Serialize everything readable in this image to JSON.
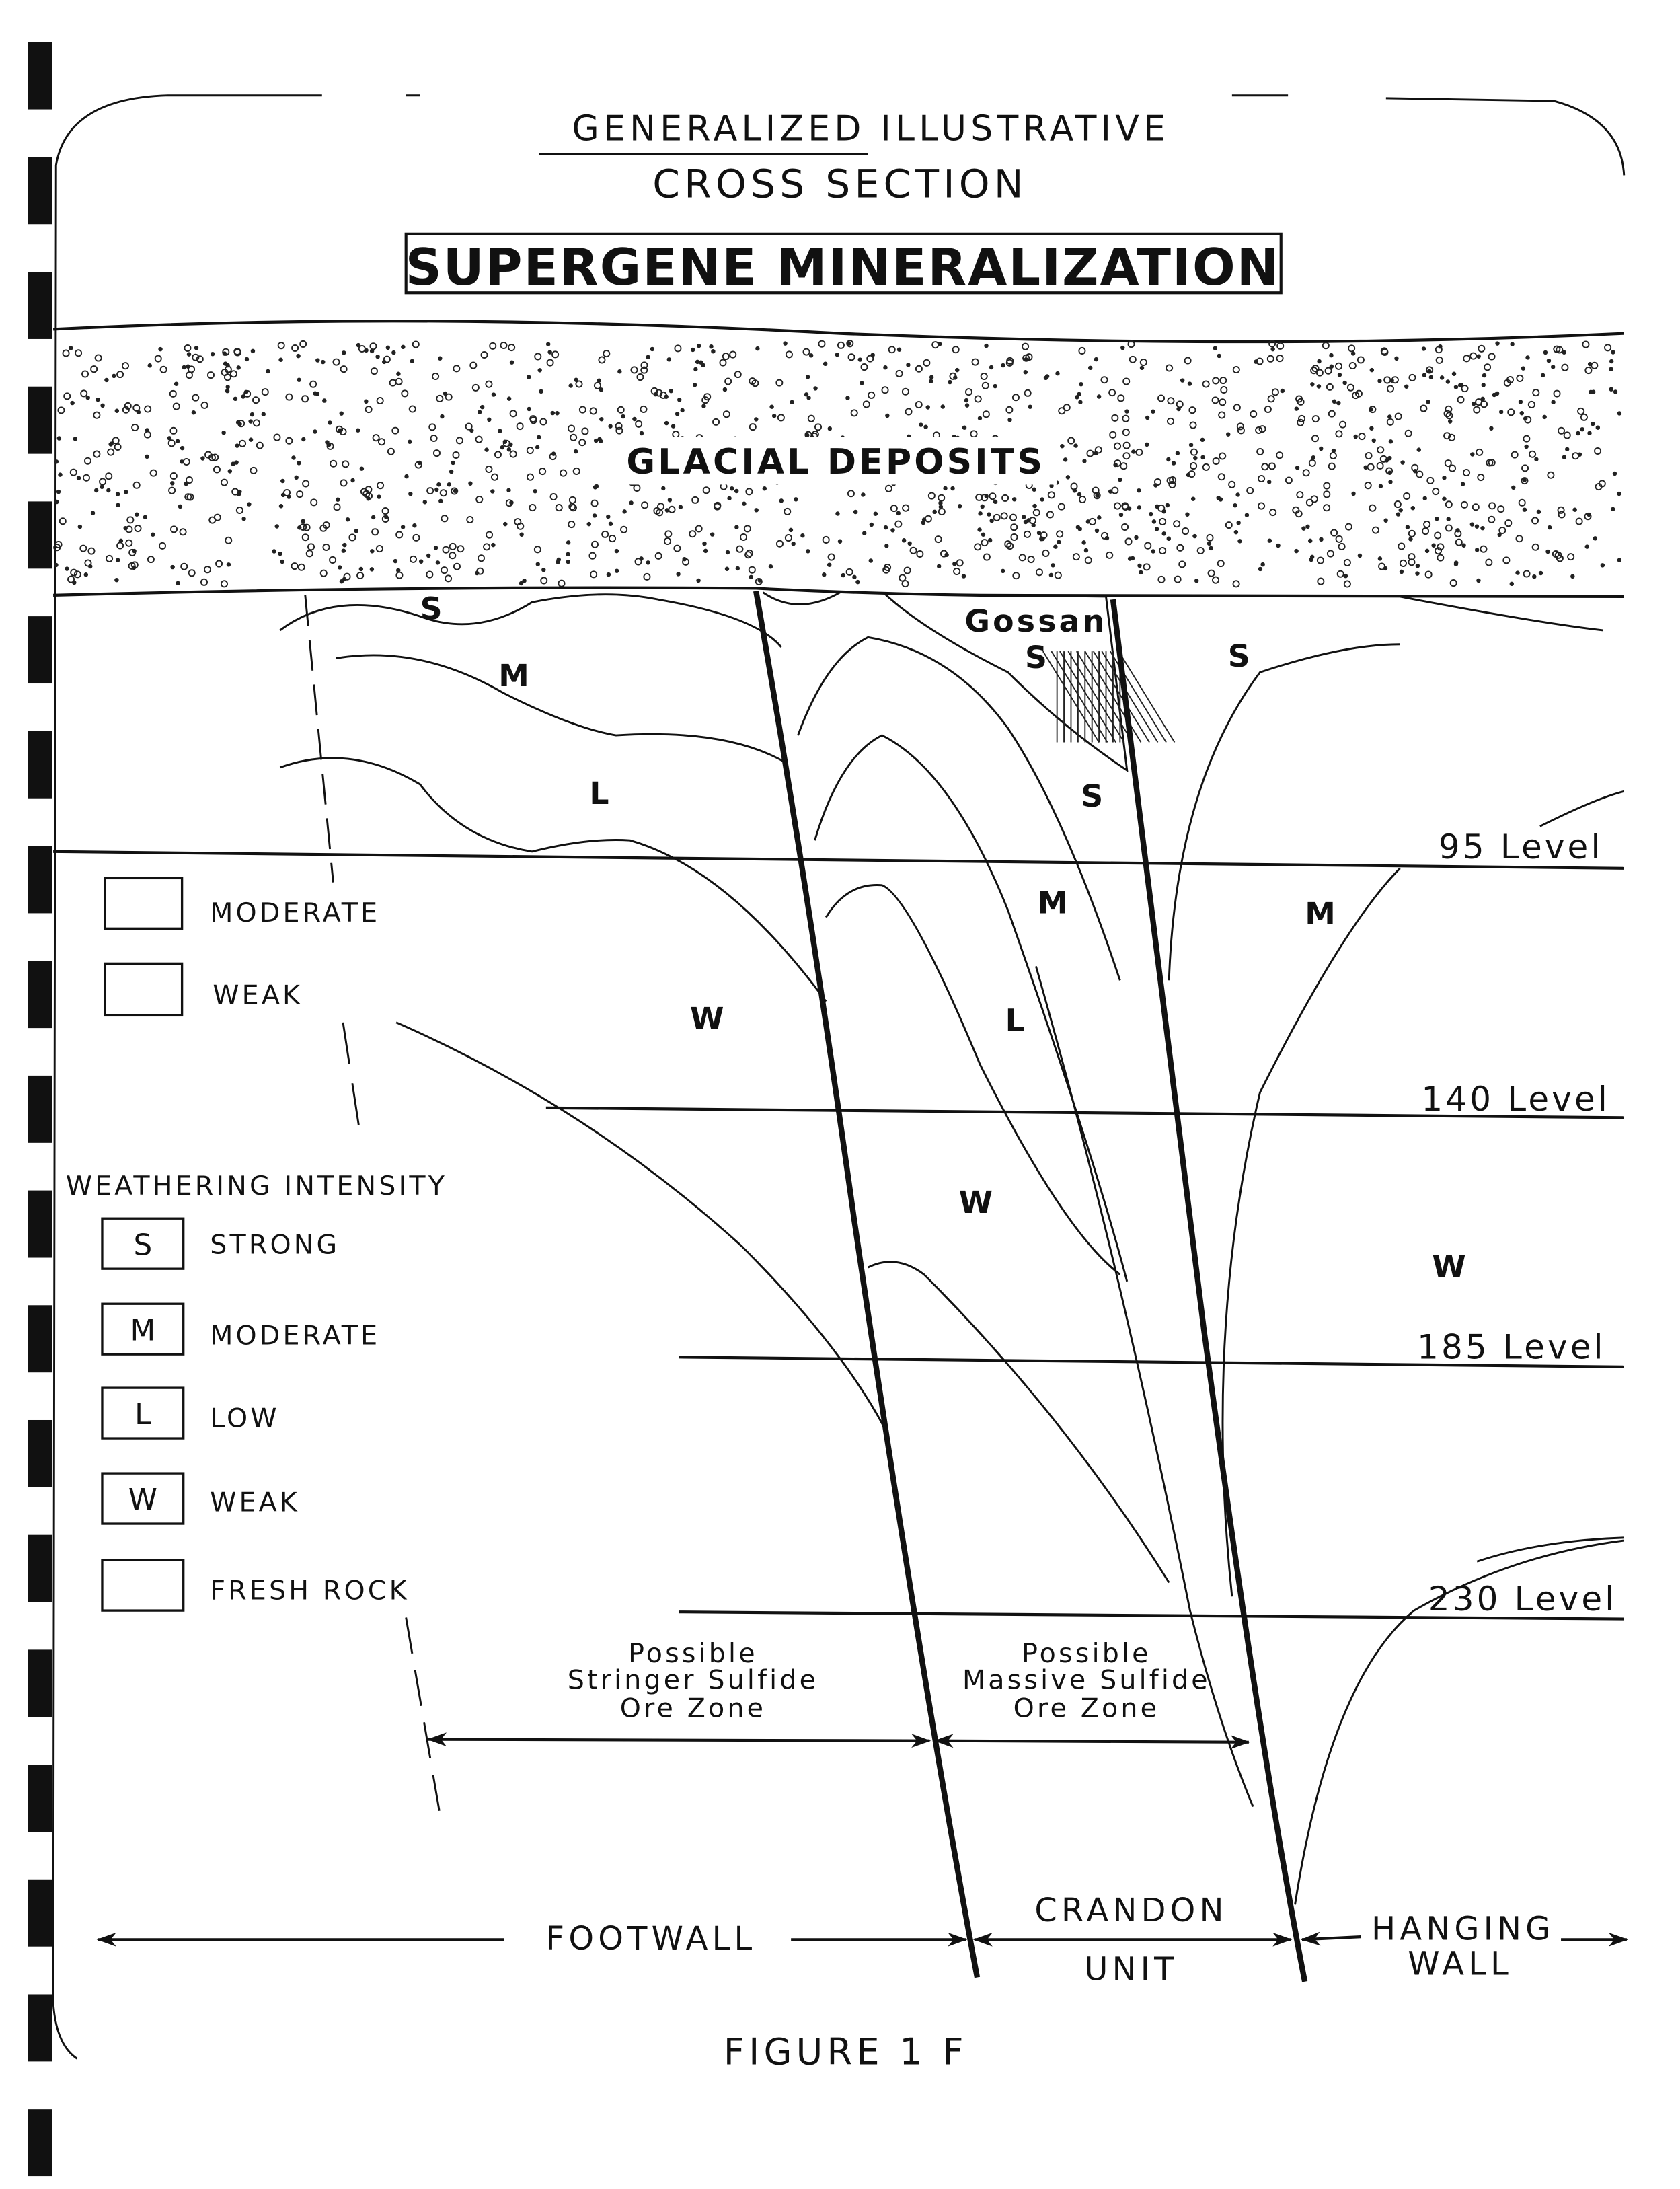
{
  "title": {
    "line1": "GENERALIZED ILLUSTRATIVE",
    "line2": "CROSS SECTION",
    "line3": "SUPERGENE MINERALIZATION"
  },
  "glacial_label": "GLACIAL DEPOSITS",
  "zones": {
    "s1": "S",
    "m1": "M",
    "l1": "L",
    "s_right": "S",
    "gossan": "Gossan",
    "s_gossan": "S",
    "s_mid": "S",
    "m_mid": "M",
    "m_right": "M",
    "w_left": "W",
    "l_mid": "L",
    "w_mid": "W",
    "w_right": "W"
  },
  "levels": [
    "95 Level",
    "140 Level",
    "185 Level",
    "230 Level"
  ],
  "top_legend": [
    {
      "key": "",
      "label": "MODERATE"
    },
    {
      "key": "",
      "label": "WEAK"
    }
  ],
  "legend": {
    "title": "WEATHERING INTENSITY",
    "items": [
      {
        "key": "S",
        "label": "STRONG"
      },
      {
        "key": "M",
        "label": "MODERATE"
      },
      {
        "key": "L",
        "label": "LOW"
      },
      {
        "key": "W",
        "label": "WEAK"
      },
      {
        "key": "",
        "label": "FRESH ROCK"
      }
    ]
  },
  "ore_zones": {
    "stringer": [
      "Possible",
      "Stringer Sulfide",
      "Ore Zone"
    ],
    "massive": [
      "Possible",
      "Massive Sulfide",
      "Ore Zone"
    ]
  },
  "units": {
    "footwall": "FOOTWALL",
    "crandon1": "CRANDON",
    "crandon2": "UNIT",
    "hanging1": "HANGING",
    "hanging2": "WALL"
  },
  "figure_label": "FIGURE 1 F"
}
